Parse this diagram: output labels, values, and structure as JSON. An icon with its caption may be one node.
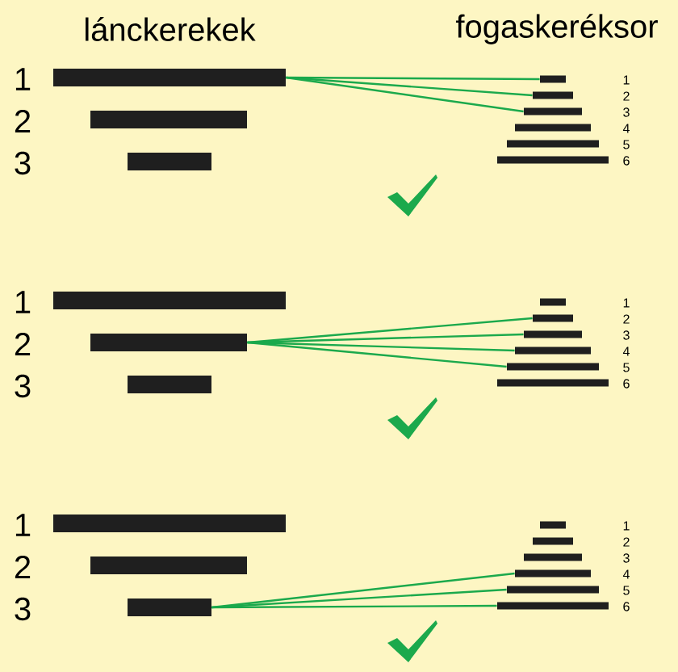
{
  "diagram": {
    "nodes": [
      {
        "text": [],
        "shape": "bar"
      },
      {
        "text": [],
        "shape": "bar"
      },
      {
        "text": [],
        "shape": "bar"
      },
      {
        "text": [],
        "shape": "bar"
      },
      {
        "text": [],
        "shape": "bar"
      },
      {
        "text": [],
        "shape": "bar"
      },
      {
        "text": [],
        "shape": "bar"
      },
      {
        "text": [],
        "shape": "bar"
      },
      {
        "text": [],
        "shape": "bar"
      },
      {
        "text": [],
        "shape": "bar"
      },
      {
        "text": [],
        "shape": "bar"
      },
      {
        "text": [],
        "shape": "bar"
      },
      {
        "text": [],
        "shape": "bar"
      },
      {
        "text": [],
        "shape": "bar"
      },
      {
        "text": [],
        "shape": "bar"
      },
      {
        "text": [],
        "shape": "bar"
      },
      {
        "text": [],
        "shape": "bar"
      },
      {
        "text": [],
        "shape": "bar"
      },
      {
        "text": [],
        "shape": "bar"
      },
      {
        "text": [],
        "shape": "bar"
      },
      {
        "text": [],
        "shape": "bar"
      },
      {
        "text": [],
        "shape": "bar"
      },
      {
        "text": [],
        "shape": "bar"
      },
      {
        "text": [],
        "shape": "bar"
      },
      {
        "text": [],
        "shape": "bar"
      },
      {
        "text": [],
        "shape": "bar"
      },
      {
        "text": [],
        "shape": "bar"
      }
    ],
    "edges": [
      {
        "from": 0,
        "to": 3,
        "arrow": "none"
      },
      {
        "from": 0,
        "to": 4,
        "arrow": "none"
      },
      {
        "from": 0,
        "to": 5,
        "arrow": "none"
      },
      {
        "from": 10,
        "to": 13,
        "arrow": "none"
      },
      {
        "from": 10,
        "to": 14,
        "arrow": "none"
      },
      {
        "from": 10,
        "to": 15,
        "arrow": "none"
      },
      {
        "from": 10,
        "to": 16,
        "arrow": "none"
      },
      {
        "from": 20,
        "to": 24,
        "arrow": "none"
      },
      {
        "from": 20,
        "to": 25,
        "arrow": "none"
      },
      {
        "from": 20,
        "to": 26,
        "arrow": "none"
      }
    ],
    "labels": [
      "lánckerekek",
      "fogaskeréksor",
      "1",
      "2",
      "3",
      "1",
      "2",
      "3",
      "4",
      "5",
      "6",
      "1",
      "2",
      "3",
      "1",
      "2",
      "3",
      "4",
      "5",
      "6",
      "1",
      "2",
      "3",
      "1",
      "2",
      "3",
      "4",
      "5",
      "6"
    ]
  }
}
